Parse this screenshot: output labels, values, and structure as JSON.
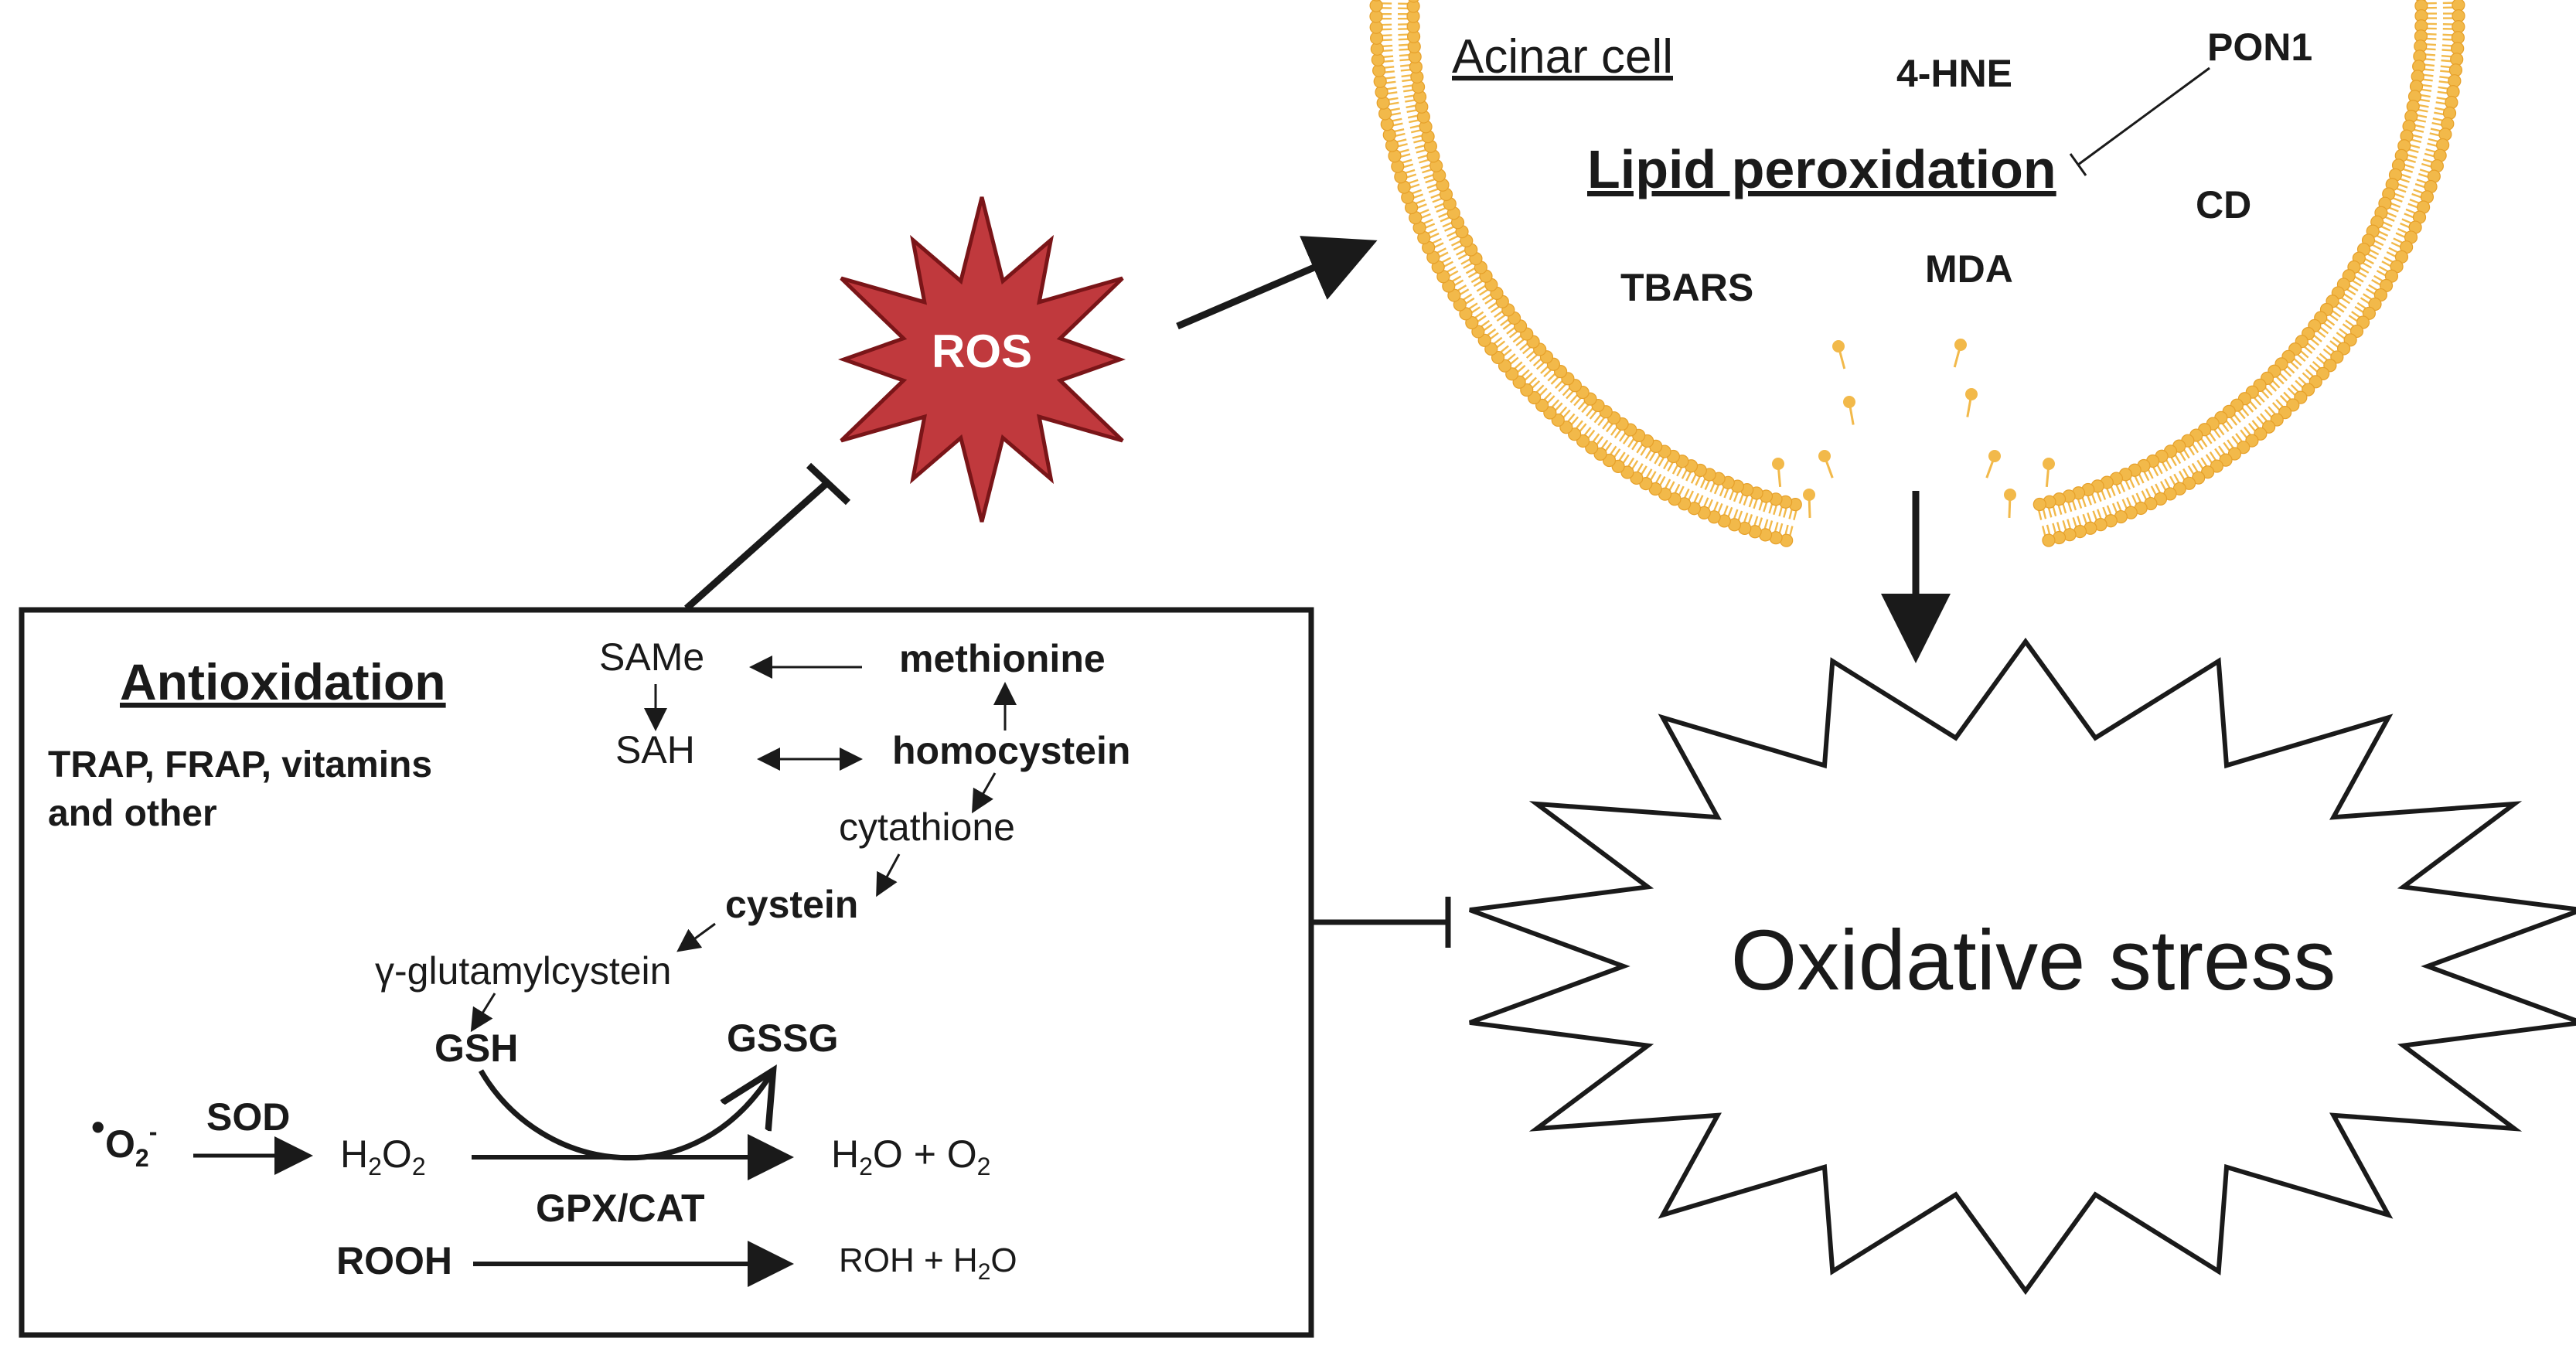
{
  "colors": {
    "membrane": "#F2B94A",
    "membrane_dark": "#E6A02A",
    "ros_fill": "#C0393D",
    "ros_stroke": "#7A1518",
    "ink": "#1a1a1a"
  },
  "ros": {
    "label": "ROS"
  },
  "oxidative_stress": {
    "label": "Oxidative stress"
  },
  "cell": {
    "title": "Acinar cell",
    "lipid_peroxidation": "Lipid peroxidation",
    "markers": {
      "hne": "4-HNE",
      "pon1": "PON1",
      "cd": "CD",
      "tbars": "TBARS",
      "mda": "MDA"
    }
  },
  "antioxidation": {
    "title": "Antioxidation",
    "subtitle_line1": "TRAP, FRAP, vitamins",
    "subtitle_line2": "and other",
    "cycle": {
      "same": "SAMe",
      "methionine": "methionine",
      "sah": "SAH",
      "homocystein": "homocystein",
      "cytathione": "cytathione",
      "cystein": "cystein",
      "glutamylcystein": "γ-glutamylcystein",
      "gsh": "GSH",
      "gssg": "GSSG"
    },
    "reactions": {
      "superoxide_dot": "•",
      "superoxide_base": "O",
      "superoxide_sub": "2",
      "superoxide_sup": "-",
      "sod": "SOD",
      "h2o2_h": "H",
      "h2o2_2a": "2",
      "h2o2_o": "O",
      "h2o2_2b": "2",
      "gpx_cat": "GPX/CAT",
      "prod1_a": "H",
      "prod1_b": "2",
      "prod1_c": "O + O",
      "prod1_d": "2",
      "rooh": "ROOH",
      "prod2_a": "ROH + H",
      "prod2_b": "2",
      "prod2_c": "O"
    }
  }
}
